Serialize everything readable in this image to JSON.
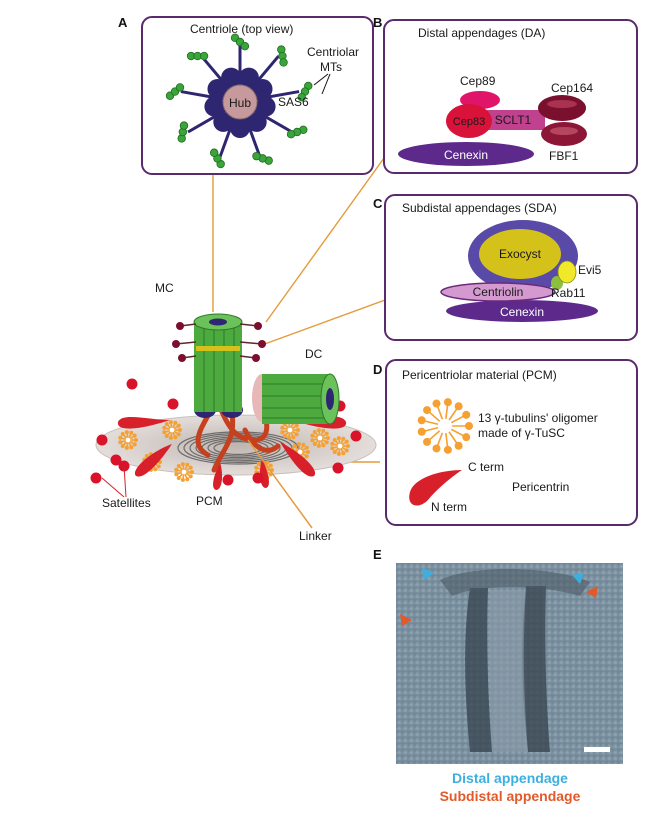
{
  "panels": {
    "a": {
      "letter": "A",
      "title": "Centriole (top view)",
      "hub": "Hub",
      "sas6": "SAS6",
      "mts_line1": "Centriolar",
      "mts_line2": "MTs"
    },
    "b": {
      "letter": "B",
      "title": "Distal appendages (DA)",
      "cep89": "Cep89",
      "cep83": "Cep83",
      "sclt1": "SCLT1",
      "cep164": "Cep164",
      "cenexin": "Cenexin",
      "fbf1": "FBF1"
    },
    "c": {
      "letter": "C",
      "title": "Subdistal appendages (SDA)",
      "exocyst": "Exocyst",
      "evi5": "Evi5",
      "rab11": "Rab11",
      "centriolin": "Centriolin",
      "cenexin": "Cenexin"
    },
    "d": {
      "letter": "D",
      "title": "Pericentriolar material (PCM)",
      "oligomer_line1": "13 γ-tubulins' oligomer",
      "oligomer_line2": "made of γ-TuSC",
      "c_term": "C term",
      "n_term": "N term",
      "pericentrin": "Pericentrin"
    },
    "e": {
      "letter": "E",
      "legend_distal": "Distal appendage",
      "legend_subdistal": "Subdistal appendage"
    }
  },
  "overview": {
    "mc": "MC",
    "dc": "DC",
    "satellites": "Satellites",
    "pcm": "PCM",
    "linker": "Linker"
  },
  "colors": {
    "panel_border": "#5a2a6e",
    "microtubule_green": "#3aa53a",
    "hub_purple": "#2e2670",
    "cenexin_purple": "#5d2a8c",
    "cep83_red": "#d9123a",
    "cep164_maroon": "#7a0f2e",
    "sclt1_magenta": "#c0418e",
    "exocyst_yellow": "#d4c21a",
    "pcm_orange": "#f5a030",
    "pericentrin_red": "#d8202a",
    "connector_orange": "#e59a3c",
    "distal_blue": "#3bb0e0",
    "subdistal_red": "#e25a2a"
  }
}
